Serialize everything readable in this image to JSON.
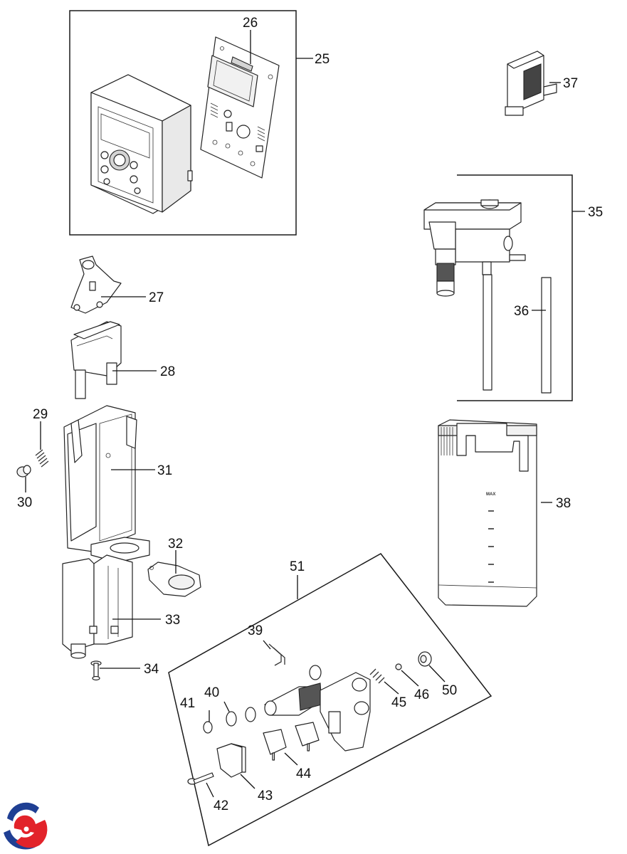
{
  "callouts": {
    "c25": "25",
    "c26": "26",
    "c27": "27",
    "c28": "28",
    "c29": "29",
    "c30": "30",
    "c31": "31",
    "c32": "32",
    "c33": "33",
    "c34": "34",
    "c35": "35",
    "c36": "36",
    "c37": "37",
    "c38": "38",
    "c39": "39",
    "c40": "40",
    "c41": "41",
    "c42": "42",
    "c43": "43",
    "c44": "44",
    "c45": "45",
    "c46": "46",
    "c50": "50",
    "c51": "51"
  },
  "tank": {
    "max_label": "MAX"
  },
  "colors": {
    "logo_blue": "#1f3f93",
    "logo_red": "#e2232a",
    "line": "#1a1a1a"
  }
}
